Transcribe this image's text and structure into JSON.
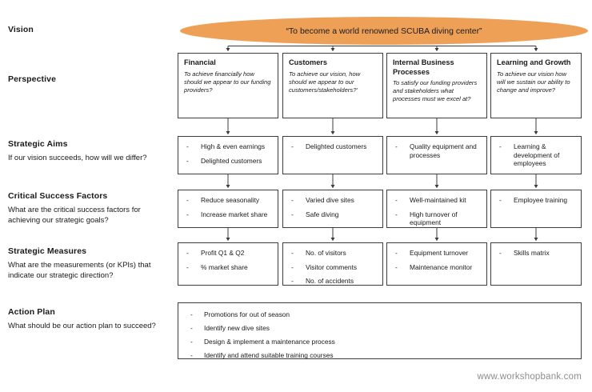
{
  "colors": {
    "vision_fill": "#efa057",
    "box_border": "#3c3c3c",
    "text": "#1a1a1a",
    "watermark": "#8d8d8d",
    "background": "#ffffff"
  },
  "row_labels": [
    {
      "title": "Vision",
      "sub": ""
    },
    {
      "title": "Perspective",
      "sub": ""
    },
    {
      "title": "Strategic Aims",
      "sub": "If our vision succeeds, how will we differ?"
    },
    {
      "title": "Critical Success Factors",
      "sub": "What are the critical success factors for achieving our strategic goals?"
    },
    {
      "title": "Strategic Measures",
      "sub": "What are the measurements (or KPIs) that indicate our strategic direction?"
    },
    {
      "title": "Action Plan",
      "sub": "What should be our action plan to succeed?"
    }
  ],
  "vision": {
    "text": "“To become a world renowned SCUBA diving center”"
  },
  "perspectives": [
    {
      "title": "Financial",
      "desc": "To achieve financially how should we appear to our funding providers?"
    },
    {
      "title": "Customers",
      "desc": "To achieve our vision, how should we appear to our customers/stakeholders?’"
    },
    {
      "title": "Internal Business Processes",
      "desc": "To satisfy our funding providers and stakeholders what processes must we excel at?"
    },
    {
      "title": "Learning and Growth",
      "desc": "To achieve our vision how will we sustain our ability to change and improve?"
    }
  ],
  "strategic_aims": [
    [
      "High & even earnings",
      "Delighted customers"
    ],
    [
      "Delighted customers"
    ],
    [
      "Quality equipment and processes"
    ],
    [
      "Learning & development of employees"
    ]
  ],
  "critical_success_factors": [
    [
      "Reduce seasonality",
      "Increase market share"
    ],
    [
      "Varied dive sites",
      "Safe diving"
    ],
    [
      "Well-maintained kit",
      "High turnover of equipment"
    ],
    [
      "Employee training"
    ]
  ],
  "strategic_measures": [
    [
      "Profit Q1 & Q2",
      "% market share"
    ],
    [
      "No. of visitors",
      "Visitor comments",
      "No. of accidents"
    ],
    [
      "Equipment turnover",
      "Maintenance monitor"
    ],
    [
      "Skills matrix"
    ]
  ],
  "action_plan": [
    "Promotions for out of season",
    "Identify new dive sites",
    "Design & implement a maintenance process",
    "Identify and attend suitable training courses"
  ],
  "bullet_marker": "-",
  "watermark": "www.workshopbank.com"
}
